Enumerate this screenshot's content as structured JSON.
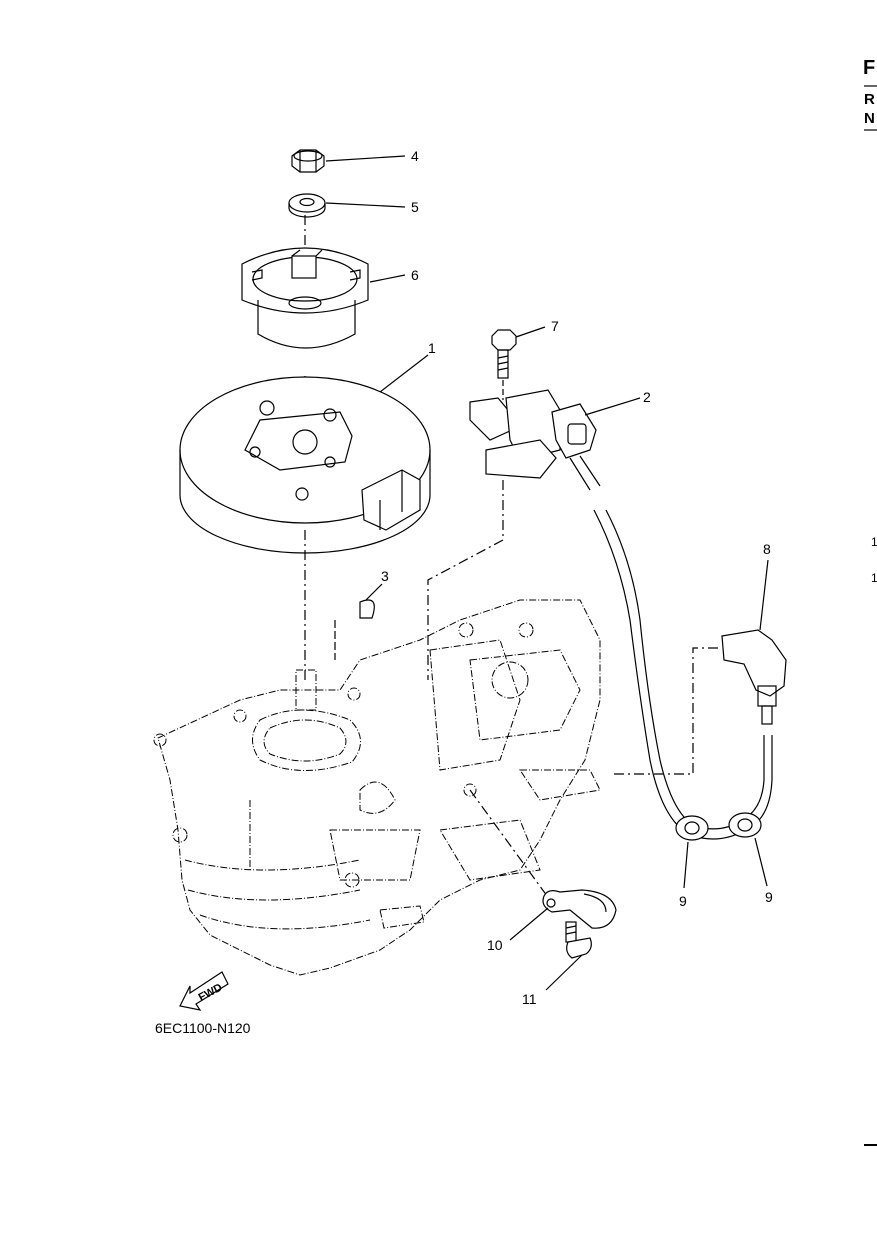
{
  "callouts": [
    {
      "id": "c4",
      "label": "4"
    },
    {
      "id": "c5",
      "label": "5"
    },
    {
      "id": "c6",
      "label": "6"
    },
    {
      "id": "c7",
      "label": "7"
    },
    {
      "id": "c1",
      "label": "1"
    },
    {
      "id": "c2",
      "label": "2"
    },
    {
      "id": "c3",
      "label": "3"
    },
    {
      "id": "c8",
      "label": "8"
    },
    {
      "id": "c9a",
      "label": "9"
    },
    {
      "id": "c9b",
      "label": "9"
    },
    {
      "id": "c10",
      "label": "10"
    },
    {
      "id": "c11",
      "label": "11"
    }
  ],
  "diagram_code": "6EC1100-N120",
  "direction_marker": "FWD",
  "edge_fragments": {
    "header_f": "F",
    "header_r": "R",
    "header_n": "N",
    "row_1a": "1",
    "row_1b": "1"
  },
  "colors": {
    "line": "#000000",
    "background": "#ffffff"
  }
}
